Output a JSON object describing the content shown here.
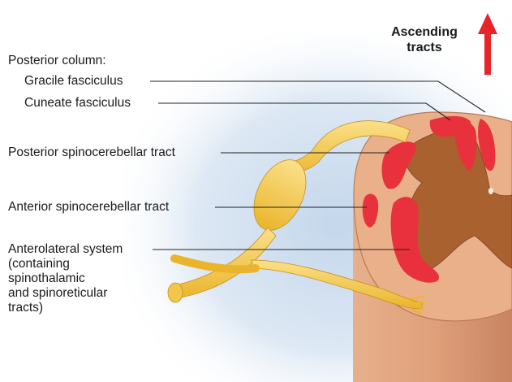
{
  "labels": {
    "posterior_column": "Posterior column:",
    "gracile": "Gracile fasciculus",
    "cuneate": "Cuneate fasciculus",
    "posterior_spinocerebellar": "Posterior spinocerebellar tract",
    "anterior_spinocerebellar": "Anterior spinocerebellar tract",
    "anterolateral": [
      "Anterolateral system",
      "(containing",
      "spinothalamic",
      "and spinoreticular",
      "tracts)"
    ],
    "ascending": [
      "Ascending",
      "tracts"
    ]
  },
  "colors": {
    "arrow": "#e8242a",
    "tract": "#e8313c",
    "nerve": "#f5c542",
    "white_matter": "#e7a77e",
    "gray_matter": "#a8612f",
    "background_blue": "#c7d9ec",
    "leader_line": "#222222"
  }
}
